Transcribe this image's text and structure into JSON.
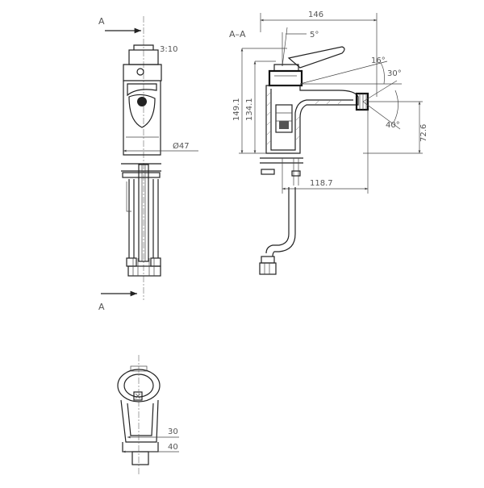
{
  "section": {
    "arrow_top_label": "A",
    "arrow_bottom_label": "A",
    "title": "A–A"
  },
  "front": {
    "scale_label": "3:10",
    "diameter_label": "Ø47"
  },
  "side": {
    "width_label": "146",
    "angle_lever_label": "5°",
    "angle_16_label": "16°",
    "angle_30_label": "30°",
    "angle_40_label": "40°",
    "height_total_label": "149.1",
    "height_body_label": "134.1",
    "height_nozzle_label": "72.6",
    "reach_label": "118.7"
  },
  "bottom": {
    "dim_30_label": "30",
    "dim_40_label": "40"
  }
}
